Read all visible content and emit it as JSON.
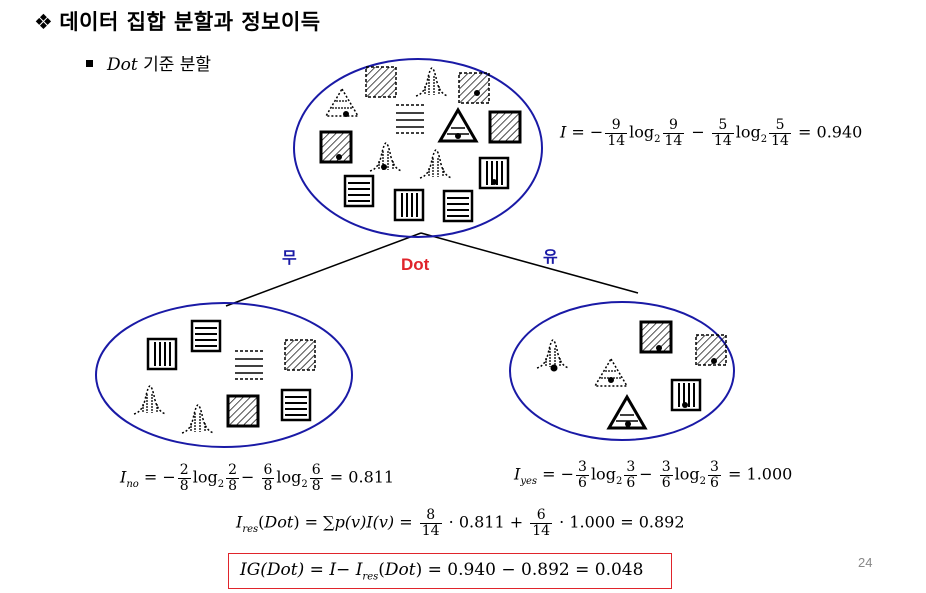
{
  "slide": {
    "title_bullet": "❖",
    "title": "데이터 집합 분할과 정보이득",
    "subtitle_var": "Dot",
    "subtitle_rest": " 기준 분할",
    "page_number": "24"
  },
  "tree": {
    "split_label": "Dot",
    "left_branch_label": "무",
    "right_branch_label": "유",
    "colors": {
      "ellipse": "#1a1aa6",
      "split": "#e0242b",
      "branch": "#1a1aa6",
      "box": "#e0242b"
    }
  },
  "equations": {
    "root": {
      "lhs": "I",
      "t1n": "9",
      "t1d": "14",
      "t2n": "5",
      "t2d": "14",
      "log": "log",
      "base": "2",
      "result": "0.940"
    },
    "no": {
      "sub": "no",
      "t1n": "2",
      "t1d": "8",
      "t2n": "6",
      "t2d": "8",
      "result": "0.811"
    },
    "yes": {
      "sub": "yes",
      "t1n": "3",
      "t1d": "6",
      "t2n": "3",
      "t2d": "6",
      "result": "1.000"
    },
    "res": {
      "sub": "res",
      "var": "Dot",
      "sum": "p(v)I(v)",
      "f1n": "8",
      "f1d": "14",
      "v1": "0.811",
      "f2n": "6",
      "f2d": "14",
      "v2": "1.000",
      "result": "0.892"
    },
    "ig": {
      "lhs": "IG(Dot)",
      "I": "I",
      "sub": "res",
      "var": "Dot",
      "a": "0.940",
      "b": "0.892",
      "result": "0.048"
    }
  }
}
